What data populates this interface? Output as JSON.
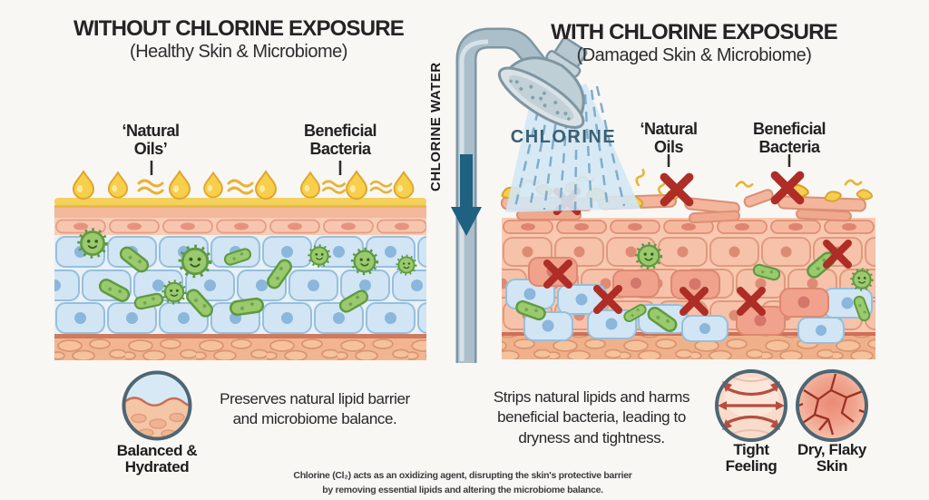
{
  "left_panel": {
    "title": "WITHOUT CHLORINE EXPOSURE",
    "subtitle": "(Healthy Skin & Microbiome)",
    "oil_label_lines": [
      "‘Natural",
      "Oils’"
    ],
    "bacteria_label_lines": [
      "Beneficial",
      "Bacteria"
    ],
    "caption_lines": [
      "Preserves natural lipid barrier",
      "and microbiome balance."
    ],
    "icon_label_lines": [
      "Balanced &",
      "Hydrated"
    ]
  },
  "center": {
    "pipe_label": "CHLORINE WATER",
    "spray_label": "CHLORINE"
  },
  "right_panel": {
    "title": "WITH CHLORINE EXPOSURE",
    "subtitle": "(Damaged Skin & Microbiome)",
    "oil_label_lines": [
      "‘Natural",
      "Oils"
    ],
    "bacteria_label_lines": [
      "Beneficial",
      "Bacteria"
    ],
    "caption_lines": [
      "Strips natural lipids and harms",
      "beneficial bacteria, leading to",
      "dryness and tightness."
    ],
    "tight_icon_label_lines": [
      "Tight",
      "Feeling"
    ],
    "dry_icon_label_lines": [
      "Dry, Flaky",
      "Skin"
    ]
  },
  "footnote_lines": [
    "Chlorine (Cl₂) acts as an oxidizing agent, disrupting the skin's protective barrier",
    "by removing essential lipids and altering the microbiome balance."
  ],
  "icons": {
    "shower_head": "shower-head-icon",
    "down_arrow": "down-arrow-icon",
    "oil_droplet": "oil-droplet-icon",
    "bacteria": "bacteria-icon",
    "x_mark": "x-mark-icon",
    "balanced_skin": "balanced-hydrated-skin-icon",
    "tight_feeling": "tight-feeling-skin-icon",
    "dry_flaky": "dry-flaky-skin-icon"
  },
  "colors": {
    "background": "#f8f7f4",
    "x_mark_red": "#ae2d26",
    "oil_yellow": "#f6cc4b",
    "bacteria_green": "#9bc96d",
    "spray_blue": "#d3e7f4",
    "arrow_teal": "#1f6180",
    "cell_blue": "#d2e5f4",
    "skin_salmon": "#f6c2aa",
    "icon_ring": "#4d6673"
  }
}
